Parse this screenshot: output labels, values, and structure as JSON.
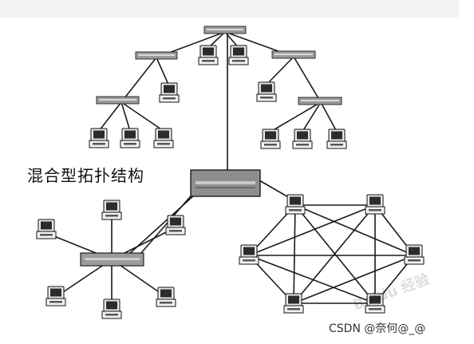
{
  "diagram": {
    "title": "混合型拓扑结构",
    "components": [
      "tree-topology",
      "star-topology",
      "mesh-topology",
      "core-switch"
    ]
  },
  "watermark": {
    "text": "Baidu 经验"
  },
  "credit": {
    "text": "CSDN @奈何@_@"
  },
  "colors": {
    "line": "#1a1a1a",
    "device_fill": "#9a9a9a",
    "background": "#ffffff",
    "top_strip": "#f4f4f6"
  }
}
